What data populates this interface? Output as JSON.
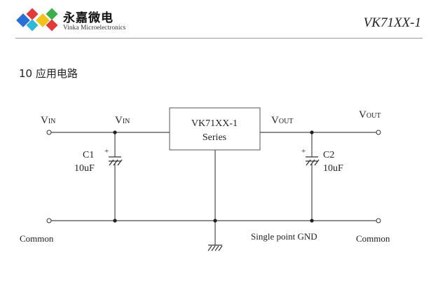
{
  "header": {
    "brand_cn": "永嘉微电",
    "brand_en": "Vinka Microelectronics",
    "doc_id": "VK71XX-1"
  },
  "section": {
    "title": "10  应用电路"
  },
  "circuit": {
    "vin_left": {
      "main": "V",
      "sub": "IN"
    },
    "vin_right": {
      "main": "V",
      "sub": "IN"
    },
    "vout_left": {
      "main": "V",
      "sub": "OUT"
    },
    "vout_right": {
      "main": "V",
      "sub": "OUT"
    },
    "ic_line1": "VK71XX-1",
    "ic_line2": "Series",
    "c1_name": "C1",
    "c1_value": "10uF",
    "c2_name": "C2",
    "c2_value": "10uF",
    "plus_sign": "+",
    "common_left": "Common",
    "common_right": "Common",
    "gnd_label": "Single point GND"
  },
  "colors": {
    "logo_blue": "#2a6fd6",
    "logo_red": "#e23a3a",
    "logo_yellow": "#f2c21b",
    "logo_green": "#3cae4a",
    "logo_cyan": "#2fb8d8",
    "wire": "#4a4a4a"
  }
}
